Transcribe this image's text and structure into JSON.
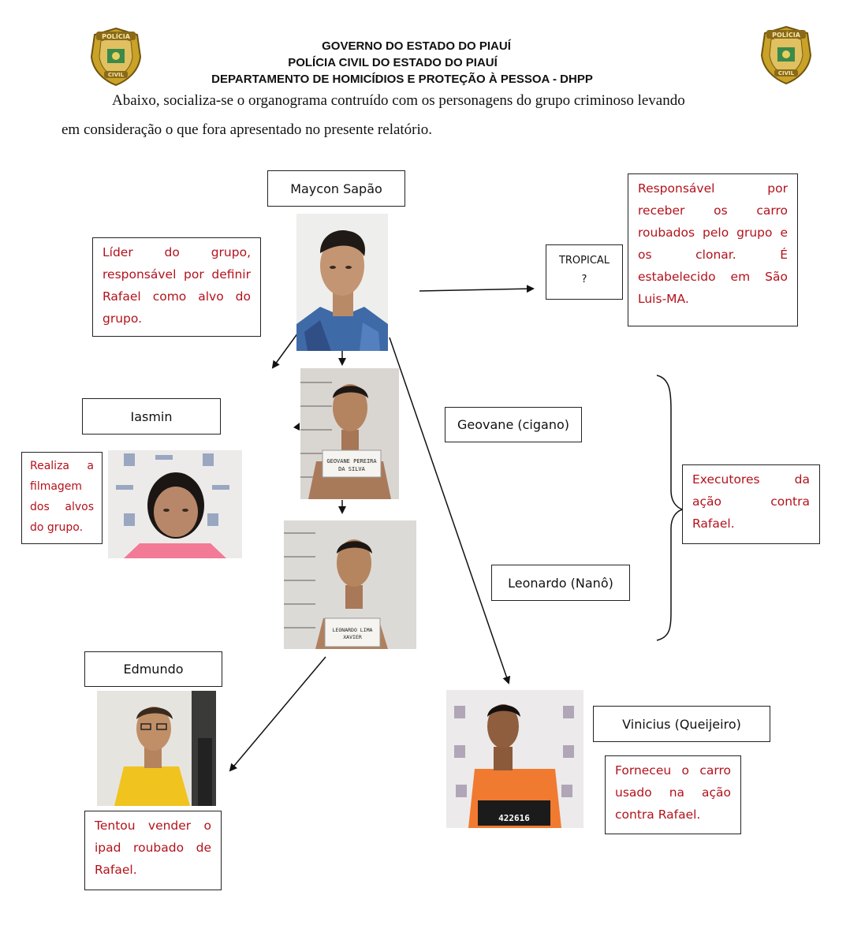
{
  "header": {
    "line1": "GOVERNO DO ESTADO DO PIAUÍ",
    "line2": "POLÍCIA CIVIL DO ESTADO DO PIAUÍ",
    "line3": "DEPARTAMENTO DE HOMICÍDIOS E PROTEÇÃO À PESSOA - DHPP",
    "badge_text_top": "POLÍCIA",
    "badge_text_bottom": "CIVIL"
  },
  "intro": {
    "line1": "Abaixo, socializa-se o organograma contruído com os personagens do grupo criminoso levando",
    "line2": "em consideração o que fora apresentado no presente relatório."
  },
  "people": {
    "maycon": {
      "name": "Maycon Sapão",
      "note": "Líder do grupo, responsável por definir Rafael como alvo do grupo."
    },
    "tropical": {
      "name": "TROPICAL",
      "unknown": "?",
      "note": "Responsável por receber os carro roubados pelo grupo e os clonar. É estabelecido em São Luis-MA."
    },
    "iasmin": {
      "name": "Iasmin",
      "note": "Realiza a filmagem dos alvos do grupo."
    },
    "geovane": {
      "name": "Geovane (cigano)",
      "placard_line1": "GEOVANE PEREIRA",
      "placard_line2": "DA SILVA"
    },
    "leonardo": {
      "name": "Leonardo (Nanô)",
      "placard_line1": "LEONARDO LIMA",
      "placard_line2": "XAVIER"
    },
    "executores": {
      "note": "Executores da ação contra Rafael."
    },
    "edmundo": {
      "name": "Edmundo",
      "note": "Tentou vender o ipad roubado de Rafael."
    },
    "vinicius": {
      "name": "Vinicius (Queijeiro)",
      "note": "Forneceu o carro usado na ação contra Rafael.",
      "placard_number": "422616"
    }
  },
  "colors": {
    "note_text": "#b3121c",
    "badge_gold": "#c9a227"
  }
}
